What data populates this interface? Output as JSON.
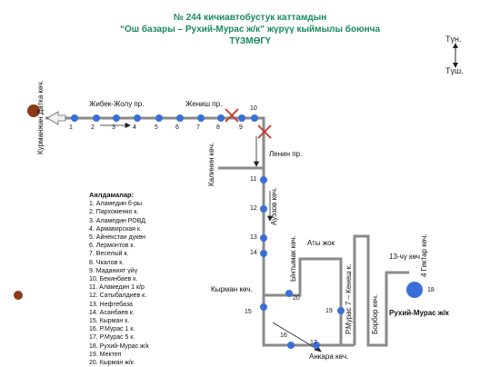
{
  "title": {
    "line1": "№ 244 кичиавтобустук каттамдын",
    "line2": "“Ош базары – Рухий-Мурас ж/к” жүрүү кыймылы боюнча",
    "line3": "ТҮЗМӨГҮ"
  },
  "compass": {
    "north": "Түн.",
    "south": "Түш."
  },
  "streets": {
    "zhibek": "Жибек-Жолу пр.",
    "zhenish": "Жениш пр.",
    "lenin": "Ленин пр.",
    "kalinin": "Калинин көч.",
    "auezov": "Ауэзов көч.",
    "kurmanzhan": "Курманжан Датка көч.",
    "kyrman": "Кырман көч.",
    "aty_zhok": "Аты жок",
    "yntymak": "Ынтымак көч.",
    "r_muras": "Р.Мурас 7 – Кенеш к.",
    "borbor": "Борбор көч.",
    "ankara": "Анкара көч.",
    "k13": "13-чү көч.",
    "gektar": "4 Гектар көч.",
    "ruhiy": "Рухий-Мурас ж/к"
  },
  "stop_numbers": [
    "1",
    "2",
    "3",
    "4",
    "5",
    "6",
    "7",
    "8",
    "9",
    "10",
    "11",
    "12",
    "13",
    "14",
    "15",
    "16",
    "17",
    "18",
    "19",
    "20"
  ],
  "legend": {
    "heading": "Аялдамалар:",
    "items": [
      "1. Аламедин б-ры",
      "2. Пархоменко к.",
      "3. Аламедин РОВД",
      "4. Армавирская к.",
      "5. Айнекстан дүкөн",
      "6. Лермонтов к.",
      "7. Веселый к.",
      "8. Чкалов к.",
      "9. Маданият үйү",
      "10. Бекинбаев к.",
      "11. Аламедин 1 к/р",
      "12. Сатыбалдиев к.",
      "13. Нефтебаза",
      "14. Асанбаев к.",
      "15. Кырман к.",
      "16. Р.Мурас 1 к.",
      "17. Р.Мурас 5 к.",
      "18. Рухий-Мурас ж/к",
      "19. Мектеп",
      "20. Кырман ж/к"
    ]
  },
  "colors": {
    "title": "#1a8a5a",
    "route": "#888888",
    "stop": "#3a6fd8",
    "cross": "#c0392b",
    "terminal": "#8b3a1a"
  }
}
